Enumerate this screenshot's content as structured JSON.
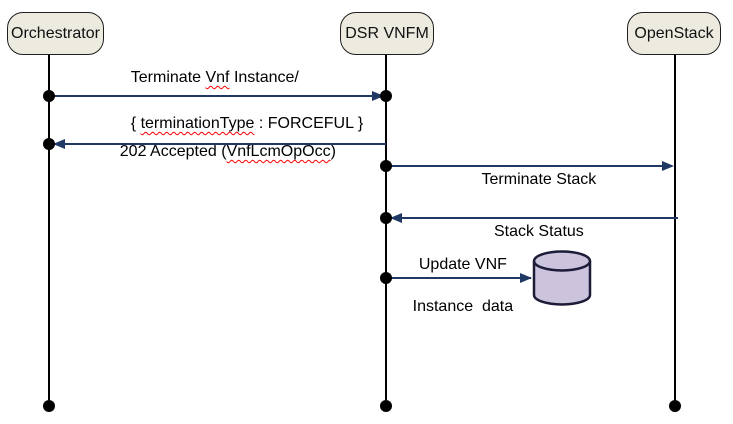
{
  "actors": [
    {
      "label": "Orchestrator"
    },
    {
      "label": "DSR VNFM"
    },
    {
      "label": "OpenStack"
    }
  ],
  "messages": {
    "terminate_vnf": {
      "from": "Orchestrator",
      "to": "DSR VNFM",
      "line1_pre": "Terminate ",
      "line1_flagged": "Vnf",
      "line1_post": " Instance/",
      "line2_pre": "{ ",
      "line2_flagged": "terminationType",
      "line2_post": " : FORCEFUL }"
    },
    "accepted": {
      "from": "DSR VNFM",
      "to": "Orchestrator",
      "pre": "202 Accepted (",
      "flagged": "VnfLcmOpOcc",
      "post": ")"
    },
    "terminate_stack": {
      "from": "DSR VNFM",
      "to": "OpenStack",
      "label": "Terminate Stack"
    },
    "stack_status": {
      "from": "OpenStack",
      "to": "DSR VNFM",
      "label": "Stack Status"
    },
    "update_vnf": {
      "from": "DSR VNFM",
      "to": "database",
      "line1": "Update VNF",
      "line2": "Instance  data"
    }
  },
  "colors": {
    "message_line": "#1f3864",
    "actor_fill": "#edeae0",
    "actor_border": "#1f1f1f",
    "lifeline": "#000000",
    "terminator_dot": "#000000",
    "database_fill": "#ccc4dc",
    "database_border": "#1c1c38",
    "spellcheck_squiggle": "#ff0000",
    "background": "#ffffff"
  }
}
